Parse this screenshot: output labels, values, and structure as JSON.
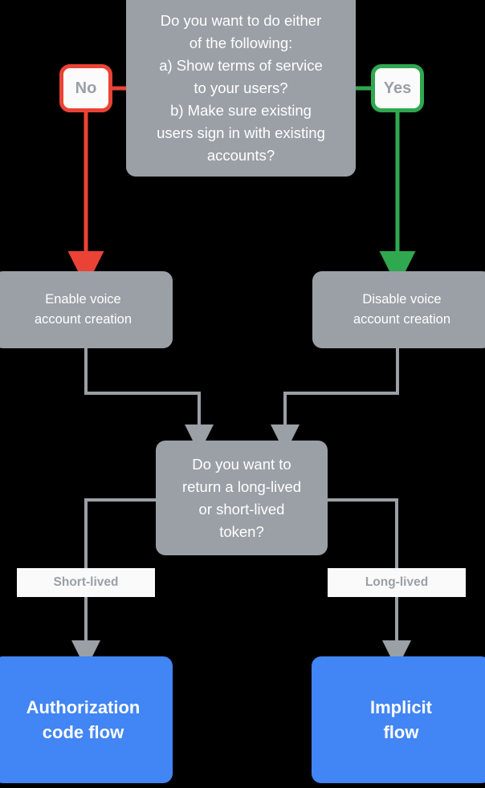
{
  "diagram": {
    "title": "Account linking flow decision chart",
    "background_color": "#000000",
    "colors": {
      "decision_fill": "#9aa0a6",
      "terminal_fill": "#4285f4",
      "no_accent": "#ea4335",
      "yes_accent": "#2fa84f",
      "connector": "#9aa0a6",
      "label_fill": "#fafafa",
      "label_text": "#9aa0a6",
      "node_text": "#ffffff"
    },
    "nodes": {
      "top_decision": {
        "type": "decision",
        "lines": [
          "Do you want to do either",
          "of the following:",
          "a) Show terms of service",
          "to your users?",
          "b) Make sure existing",
          "users sign in with existing",
          "accounts?"
        ]
      },
      "badge_no": {
        "type": "badge",
        "label": "No"
      },
      "badge_yes": {
        "type": "badge",
        "label": "Yes"
      },
      "enable_voice": {
        "type": "process",
        "lines": [
          "Enable voice",
          "account creation"
        ]
      },
      "disable_voice": {
        "type": "process",
        "lines": [
          "Disable voice",
          "account creation"
        ]
      },
      "token_decision": {
        "type": "decision",
        "lines": [
          "Do you want to",
          "return a long-lived",
          "or short-lived",
          "token?"
        ]
      },
      "label_short_lived": {
        "type": "edge-label",
        "label": "Short-lived"
      },
      "label_long_lived": {
        "type": "edge-label",
        "label": "Long-lived"
      },
      "authorization_code_flow": {
        "type": "terminal",
        "lines": [
          "Authorization",
          "code flow"
        ]
      },
      "implicit_flow": {
        "type": "terminal",
        "lines": [
          "Implicit",
          "flow"
        ]
      }
    },
    "edges": [
      {
        "from": "top_decision",
        "to": "badge_no",
        "label": "No",
        "color": "#ea4335"
      },
      {
        "from": "top_decision",
        "to": "badge_yes",
        "label": "Yes",
        "color": "#2fa84f"
      },
      {
        "from": "badge_no",
        "to": "enable_voice",
        "label": "",
        "color": "#ea4335"
      },
      {
        "from": "badge_yes",
        "to": "disable_voice",
        "label": "",
        "color": "#2fa84f"
      },
      {
        "from": "enable_voice",
        "to": "token_decision",
        "label": "",
        "color": "#9aa0a6"
      },
      {
        "from": "disable_voice",
        "to": "token_decision",
        "label": "",
        "color": "#9aa0a6"
      },
      {
        "from": "token_decision",
        "to": "authorization_code_flow",
        "label": "Short-lived",
        "color": "#9aa0a6"
      },
      {
        "from": "token_decision",
        "to": "implicit_flow",
        "label": "Long-lived",
        "color": "#9aa0a6"
      }
    ]
  }
}
